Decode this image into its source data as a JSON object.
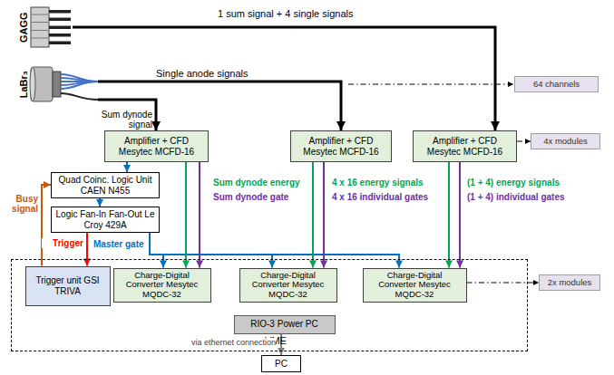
{
  "diagram": {
    "nodes": [
      {
        "text": [
          "GAGG"
        ]
      },
      {
        "text": [
          "LaBr₃"
        ]
      },
      {
        "text": [
          "Amplifier + CFD Mesytec MCFD-16"
        ]
      },
      {
        "text": [
          "Amplifier + CFD Mesytec MCFD-16"
        ]
      },
      {
        "text": [
          "Amplifier + CFD Mesytec MCFD-16"
        ]
      },
      {
        "text": [
          "Quad Coinc. Logic Unit CAEN N455"
        ]
      },
      {
        "text": [
          "Logic Fan-In Fan-Out Le Croy 429A"
        ]
      },
      {
        "text": [
          "VME"
        ]
      },
      {
        "text": [
          "Trigger unit GSI TRIVA"
        ],
        "in": 7
      },
      {
        "text": [
          "Charge-Digital Converter Mesytec MQDC-32"
        ],
        "in": 7
      },
      {
        "text": [
          "Charge-Digital Converter Mesytec MQDC-32"
        ],
        "in": 7
      },
      {
        "text": [
          "Charge-Digital Converter Mesytec MQDC-32"
        ],
        "in": 7
      },
      {
        "text": [
          "RIO-3 Power PC"
        ],
        "in": 7
      },
      {
        "text": [
          "PC"
        ]
      },
      {
        "text": [
          "64 channels"
        ]
      },
      {
        "text": [
          "4x modules"
        ]
      },
      {
        "text": [
          "2x modules"
        ]
      }
    ],
    "edges": [
      {
        "from": 0,
        "to": 4,
        "label": "1 sum signal + 4 single signals",
        "arrow": "to"
      },
      {
        "from": 1,
        "to": 3,
        "label": "Single anode signals",
        "arrow": "to"
      },
      {
        "from": 1,
        "to": 2,
        "label": "Sum dynode signal",
        "arrow": "to"
      },
      {
        "from": 2,
        "to": 5,
        "arrow": "to"
      },
      {
        "from": 5,
        "to": 6,
        "arrow": "to"
      },
      {
        "from": 6,
        "to": 8,
        "label": "Trigger",
        "arrow": "to"
      },
      {
        "from": 8,
        "to": 5,
        "label": "Busy signal",
        "arrow": "to"
      },
      {
        "from": 6,
        "to": 9,
        "label": "Master gate",
        "arrow": "to"
      },
      {
        "from": 6,
        "to": 10,
        "arrow": "to"
      },
      {
        "from": 6,
        "to": 11,
        "arrow": "to"
      },
      {
        "from": 2,
        "to": 9,
        "label": "Sum dynode energy",
        "arrow": "to"
      },
      {
        "from": 2,
        "to": 9,
        "label": "Sum dynode gate",
        "arrow": "to"
      },
      {
        "from": 3,
        "to": 10,
        "label": "4 x 16 energy signals",
        "arrow": "to"
      },
      {
        "from": 3,
        "to": 10,
        "label": "4 x 16 individual gates",
        "arrow": "to"
      },
      {
        "from": 4,
        "to": 11,
        "label": "(1 + 4) energy signals",
        "arrow": "to"
      },
      {
        "from": 4,
        "to": 11,
        "label": "(1 + 4) individual gates",
        "arrow": "to"
      },
      {
        "from": 12,
        "to": 13,
        "label": "via ethernet connection",
        "arrow": "to"
      },
      {
        "from": 4,
        "to": 15,
        "arrow": "to"
      },
      {
        "from": 11,
        "to": 16,
        "arrow": "to"
      }
    ]
  }
}
